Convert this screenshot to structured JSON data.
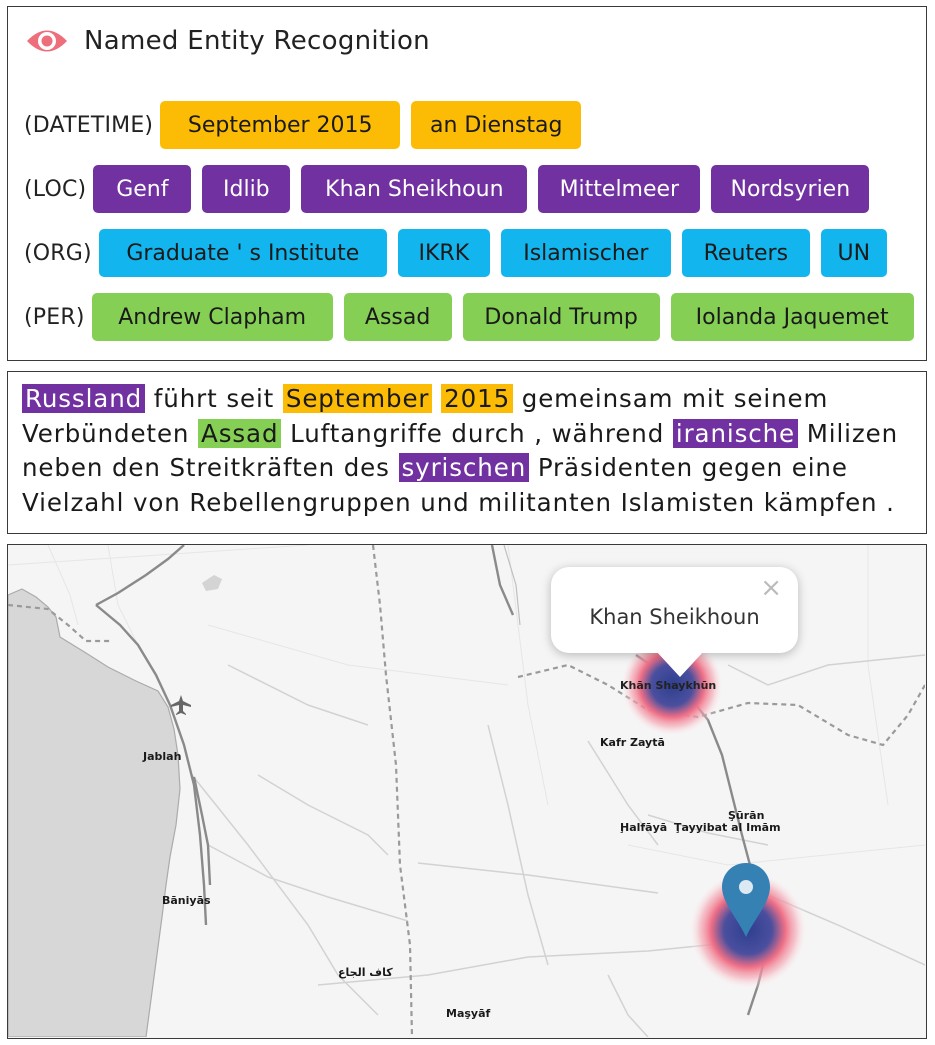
{
  "header": {
    "title": "Named Entity Recognition",
    "icon": "eye-icon"
  },
  "entities": {
    "datetime": {
      "label": "(DATETIME)",
      "items": [
        "September 2015",
        "an Dienstag"
      ]
    },
    "loc": {
      "label": "(LOC)",
      "items": [
        "Genf",
        "Idlib",
        "Khan Sheikhoun",
        "Mittelmeer",
        "Nordsyrien"
      ]
    },
    "org": {
      "label": "(ORG)",
      "items": [
        "Graduate ' s Institute",
        "IKRK",
        "Islamischer",
        "Reuters",
        "UN"
      ]
    },
    "per": {
      "label": "(PER)",
      "items": [
        "Andrew Clapham",
        "Assad",
        "Donald Trump",
        "Iolanda Jaquemet"
      ]
    }
  },
  "colors": {
    "datetime": "#fcbc06",
    "loc": "#7131a0",
    "org": "#12b5ee",
    "per": "#85cf55"
  },
  "text": {
    "t0": "Russland",
    "t1": " führt seit ",
    "t2": "September",
    "t3": " ",
    "t4": "2015",
    "t5": " gemeinsam mit seinem Verbündeten ",
    "t6": "Assad",
    "t7": " Luftangriffe durch , während ",
    "t8": "iranische",
    "t9": " Milizen neben den Streitkräften des ",
    "t10": "syrischen",
    "t11": " Präsidenten gegen eine Vielzahl von Rebellengruppen und militanten Islamisten kämpfen ."
  },
  "map": {
    "labels": {
      "jablah": "Jablah",
      "baniyas": "Bāniyās",
      "khan": "Khān Shaykhūn",
      "kafr": "Kafr Zaytā",
      "halfaya": "Ḩalfāyā",
      "suran": "Şūrān",
      "tayyibat": "Ţayyibat al Imām",
      "kaf": "كاف الجاع",
      "masyaf": "Maşyāf"
    },
    "popup": {
      "text": "Khan Sheikhoun",
      "close": "×"
    },
    "marker_icon": "map-pin-icon",
    "airport_icon": "airplane-icon"
  }
}
